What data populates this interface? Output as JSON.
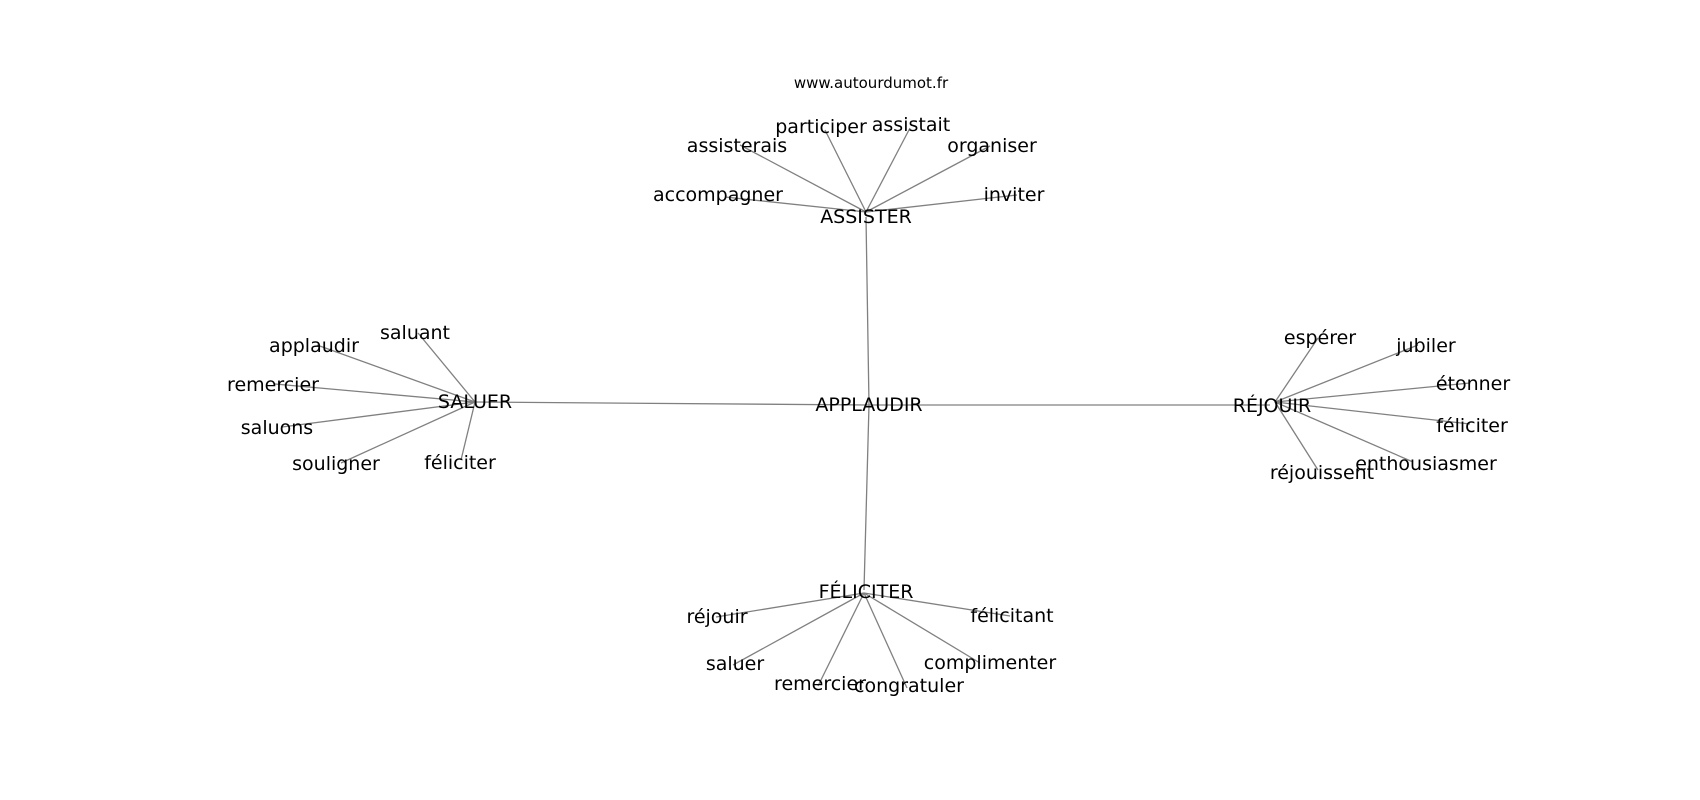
{
  "watermark": "www.autourdumot.fr",
  "colors": {
    "edge": "#808080",
    "text": "#000000",
    "background": "#ffffff"
  },
  "center": "APPLAUDIR",
  "hubs": [
    {
      "label": "ASSISTER",
      "leaves": [
        "accompagner",
        "assisterais",
        "participer",
        "assistait",
        "organiser",
        "inviter"
      ]
    },
    {
      "label": "SALUER",
      "leaves": [
        "applaudir",
        "saluant",
        "remercier",
        "saluons",
        "souligner",
        "féliciter"
      ]
    },
    {
      "label": "RÉJOUIR",
      "leaves": [
        "espérer",
        "jubiler",
        "étonner",
        "féliciter",
        "enthousiasmer",
        "réjouissent"
      ]
    },
    {
      "label": "FÉLICITER",
      "leaves": [
        "réjouir",
        "saluer",
        "remercier",
        "congratuler",
        "complimenter",
        "félicitant"
      ]
    }
  ]
}
